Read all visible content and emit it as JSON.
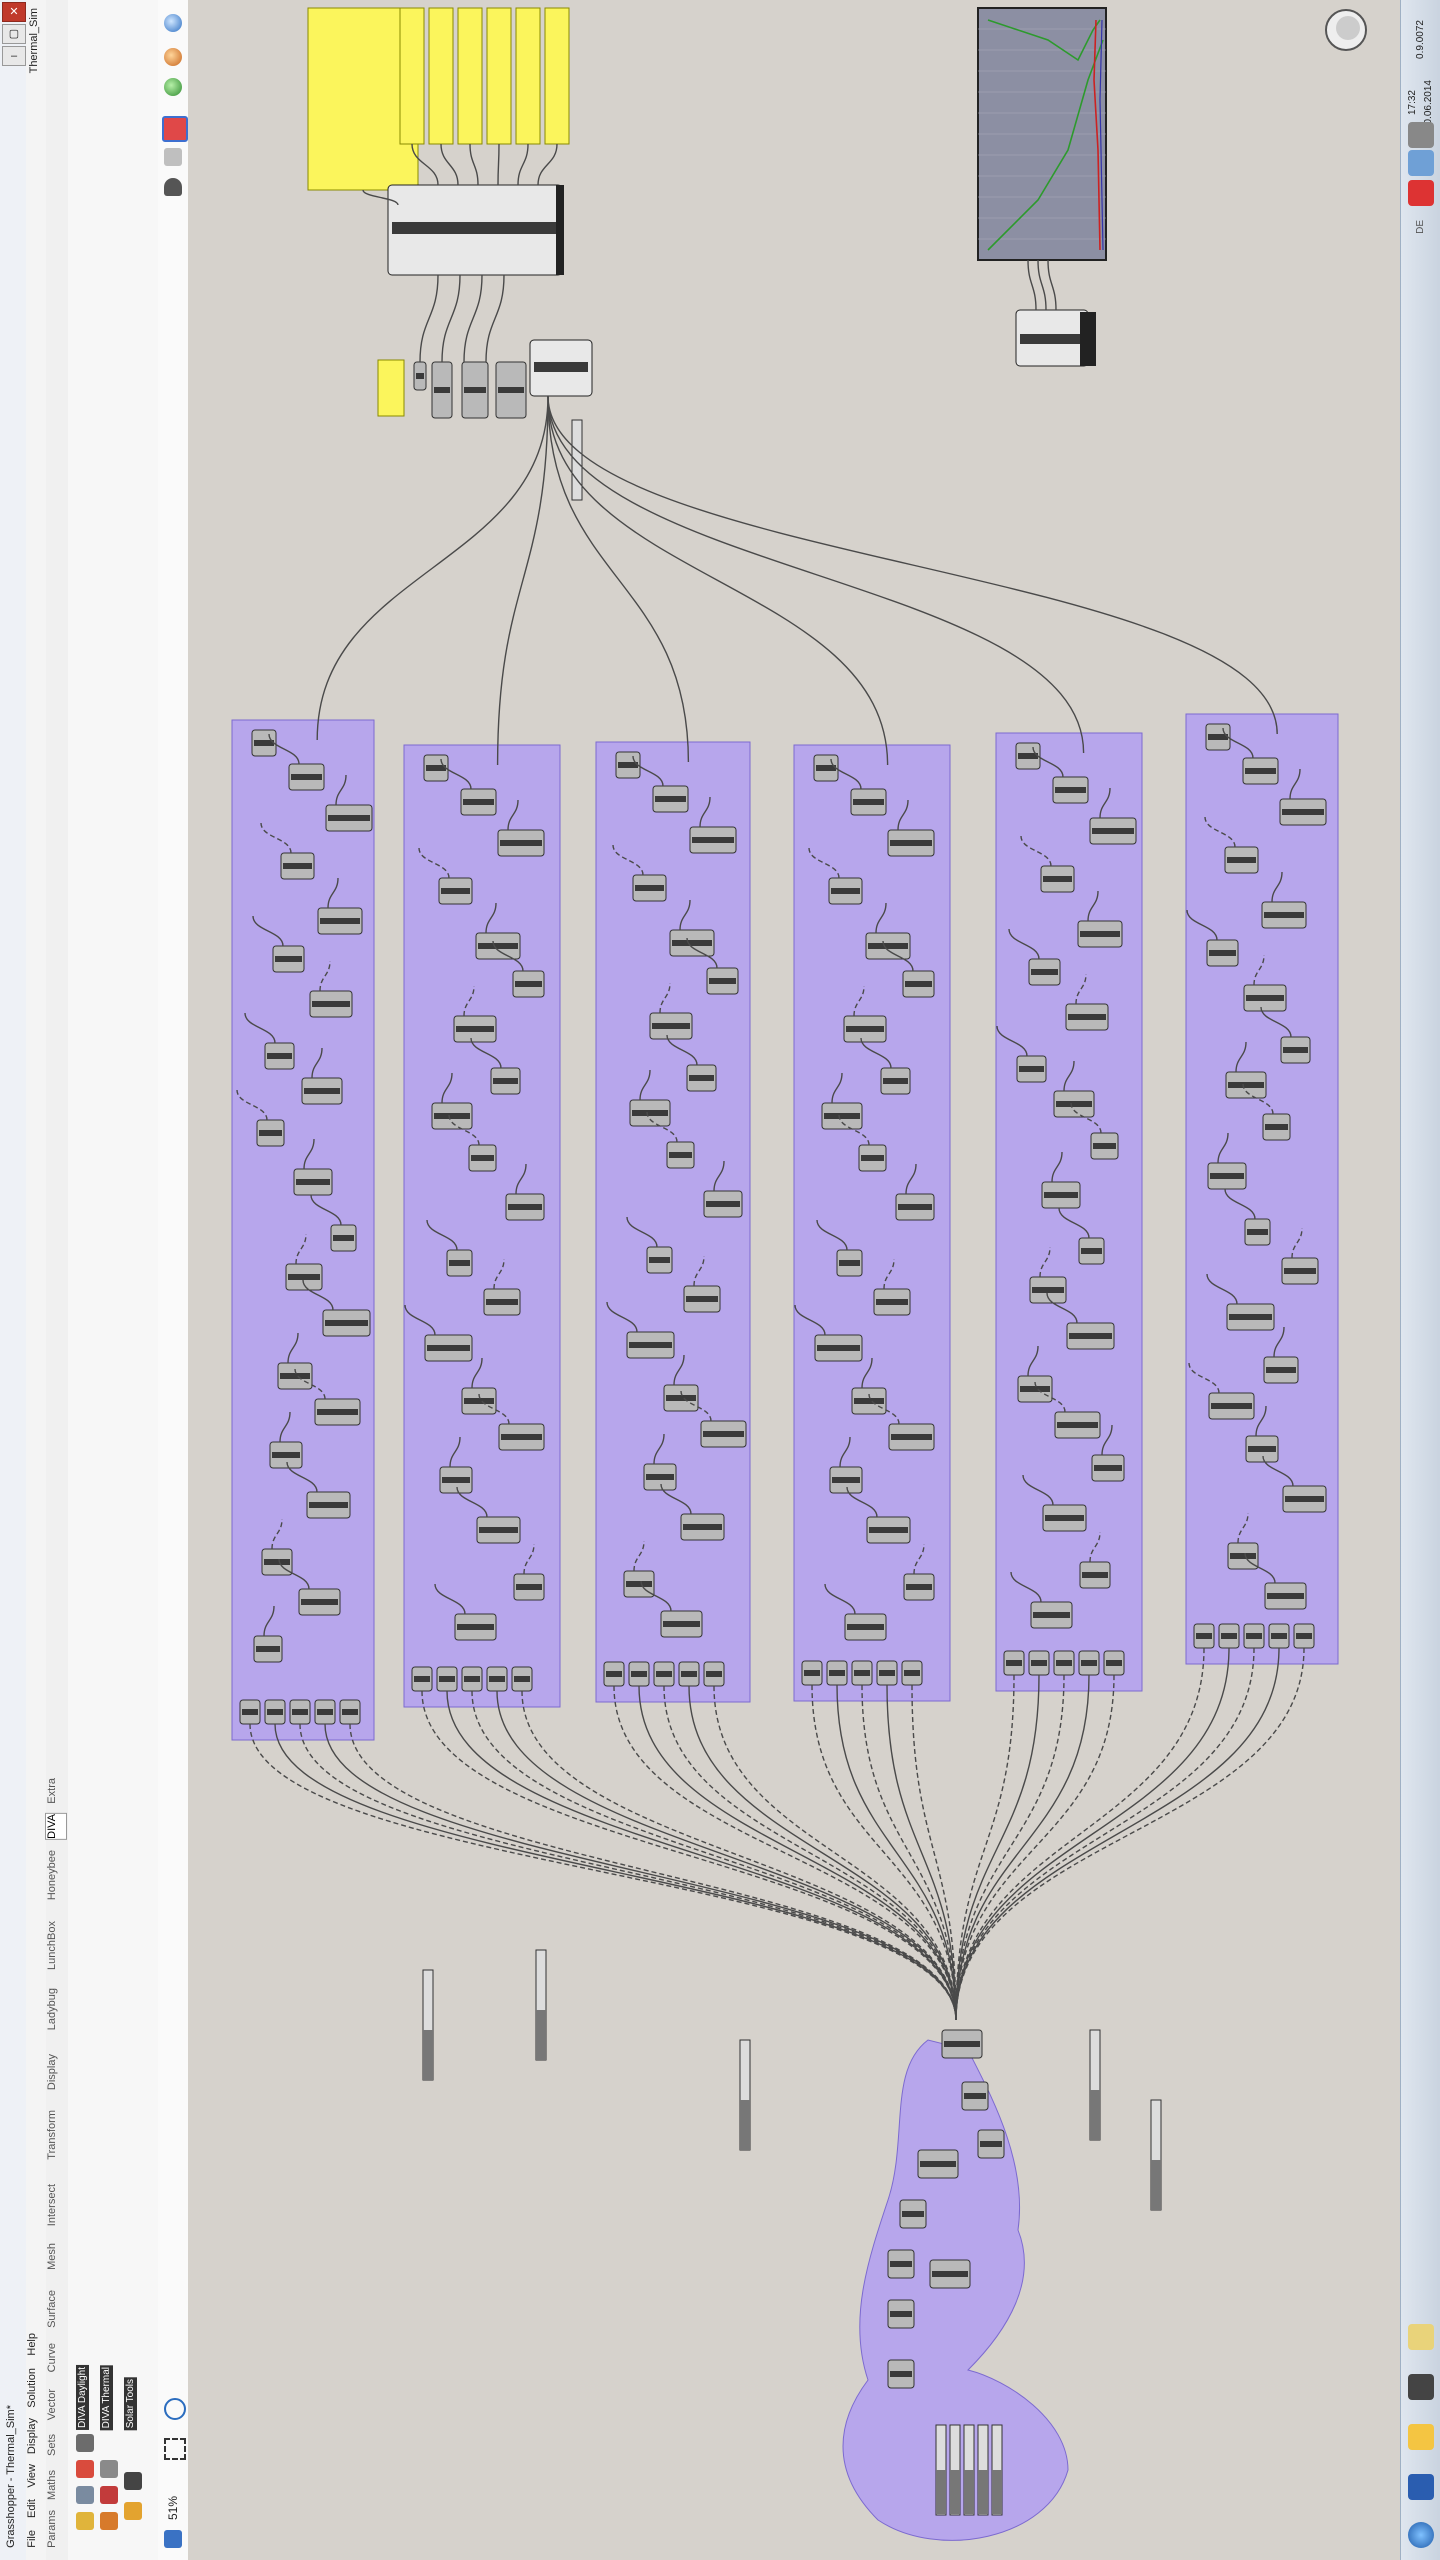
{
  "app": {
    "title": "Grasshopper - Thermal_Sim*",
    "doc_tab": "Thermal_Sim"
  },
  "menu": [
    "File",
    "Edit",
    "View",
    "Display",
    "Solution",
    "Help"
  ],
  "tabs": [
    {
      "label": "Params",
      "active": false
    },
    {
      "label": "Maths",
      "active": false
    },
    {
      "label": "Sets",
      "active": false
    },
    {
      "label": "Vector",
      "active": false
    },
    {
      "label": "Curve",
      "active": false
    },
    {
      "label": "Surface",
      "active": false
    },
    {
      "label": "Mesh",
      "active": false
    },
    {
      "label": "Intersect",
      "active": false
    },
    {
      "label": "Transform",
      "active": false
    },
    {
      "label": "Display",
      "active": false
    },
    {
      "label": "Ladybug",
      "active": false
    },
    {
      "label": "LunchBox",
      "active": false
    },
    {
      "label": "Honeybee",
      "active": false
    },
    {
      "label": "DIVA",
      "active": true
    },
    {
      "label": "Extra",
      "active": false
    }
  ],
  "ribbon_groups": [
    "DIVA Daylight",
    "DIVA Thermal",
    "Solar Tools"
  ],
  "canvas_toolbar": {
    "zoom": "51%"
  },
  "taskbar": {
    "time": "17:32",
    "date": "10.06.2014",
    "lang": "DE",
    "version": "0.9.0072"
  },
  "colors": {
    "canvas": "#d6d2cc",
    "group": "#b7a6ec",
    "panel_yellow": "#fbf55c",
    "component": "#9a9a9a",
    "wire": "#4a4a4a"
  },
  "icons": [
    "close-icon",
    "sphere-icon",
    "shaded-icon",
    "sketch-icon",
    "preview-icon",
    "eye-icon",
    "navigator-icon"
  ]
}
